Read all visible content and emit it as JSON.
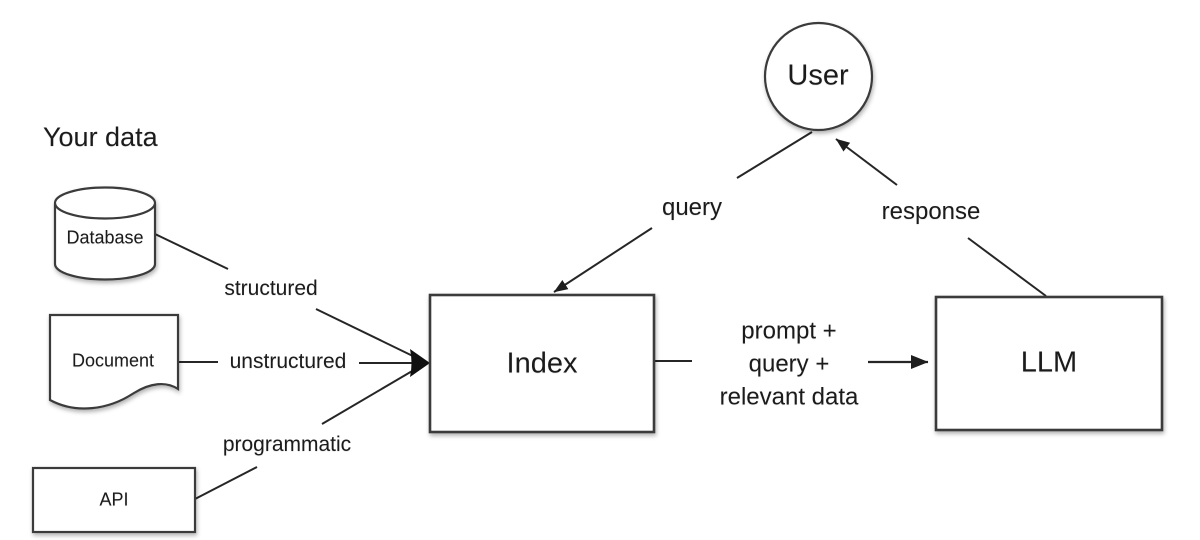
{
  "title": "Your data",
  "nodes": {
    "user": "User",
    "index": "Index",
    "llm": "LLM",
    "database": "Database",
    "document": "Document",
    "api": "API"
  },
  "edge_labels": {
    "structured": "structured",
    "unstructured": "unstructured",
    "programmatic": "programmatic",
    "query": "query",
    "response": "response",
    "prompt": {
      "line1": "prompt +",
      "line2": "query +",
      "line3": "relevant data"
    }
  },
  "colors": {
    "background": "#ffffff",
    "shape_fill": "#ffffff",
    "shape_border": "#3a3a3a",
    "line": "#262626",
    "text": "#1b1b1b"
  }
}
